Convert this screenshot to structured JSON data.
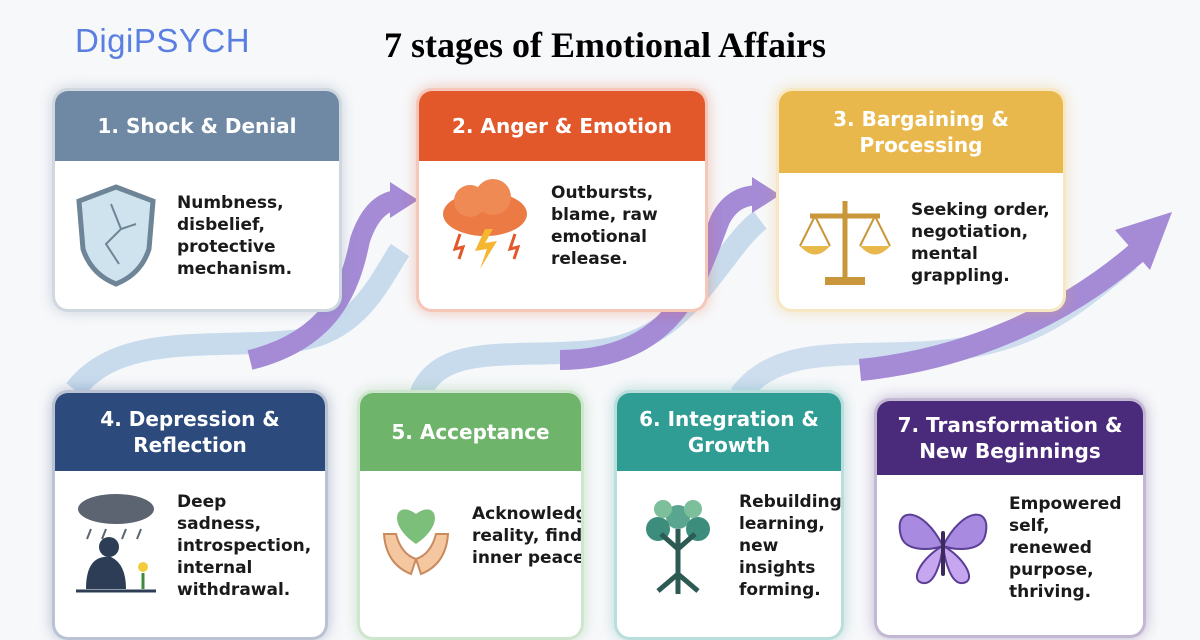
{
  "brand": "DigiPSYCH",
  "title": "7 stages of Emotional Affairs",
  "colors": {
    "arrow": "#a58ad6",
    "arrow_light": "#a9c6e4"
  },
  "stages": [
    {
      "title": "1. Shock & Denial",
      "text": "Numbness, disbelief, protective mechanism.",
      "icon": "cracked-shield-icon",
      "color": "#6f89a4"
    },
    {
      "title": "2. Anger & Emotion",
      "text": "Outbursts, blame, raw emotional release.",
      "icon": "storm-cloud-icon",
      "color": "#e2582b"
    },
    {
      "title": "3. Bargaining & Processing",
      "text": "Seeking order, negotiation, mental grappling.",
      "icon": "balance-scale-icon",
      "color": "#e9b84c"
    },
    {
      "title": "4. Depression & Reflection",
      "text": "Deep sadness, introspection, internal withdrawal.",
      "icon": "sad-person-rain-icon",
      "color": "#2d4a7c"
    },
    {
      "title": "5. Acceptance",
      "text": "Acknowledging reality, finding inner peace.",
      "icon": "heart-hands-icon",
      "color": "#6eb46b"
    },
    {
      "title": "6. Integration & Growth",
      "text": "Rebuilding, learning, new insights forming.",
      "icon": "tree-icon",
      "color": "#2f9d94"
    },
    {
      "title": "7. Transformation & New Beginnings",
      "text": "Empowered self, renewed purpose, thriving.",
      "icon": "butterfly-icon",
      "color": "#4a2a7b"
    }
  ]
}
